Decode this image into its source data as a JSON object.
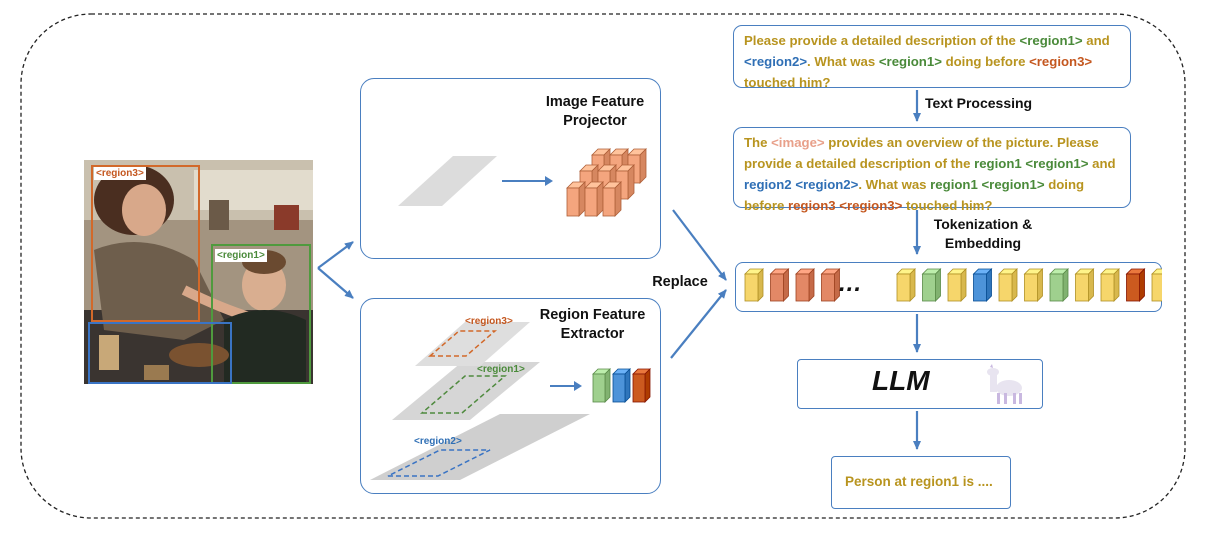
{
  "prompt_box": {
    "parts": [
      {
        "t": "Please provide a detailed description of the ",
        "c": "olive"
      },
      {
        "t": "<region1>",
        "c": "green"
      },
      {
        "t": " and ",
        "c": "olive"
      },
      {
        "t": "<region2>",
        "c": "blue"
      },
      {
        "t": ".  What was ",
        "c": "olive"
      },
      {
        "t": "<region1>",
        "c": "green"
      },
      {
        "t": " doing before ",
        "c": "olive"
      },
      {
        "t": "<region3>",
        "c": "orange"
      },
      {
        "t": " touched him?",
        "c": "olive"
      }
    ]
  },
  "processed_box": {
    "parts": [
      {
        "t": "The ",
        "c": "olive"
      },
      {
        "t": "<image>",
        "c": "pink"
      },
      {
        "t": " provides an overview of the picture.  Please provide a detailed description of the ",
        "c": "olive"
      },
      {
        "t": "region1",
        "c": "green"
      },
      {
        "t": "  ",
        "c": "olive"
      },
      {
        "t": "<region1>",
        "c": "green"
      },
      {
        "t": " and ",
        "c": "olive"
      },
      {
        "t": "region2",
        "c": "blue"
      },
      {
        "t": " ",
        "c": "olive"
      },
      {
        "t": "<region2>",
        "c": "blue"
      },
      {
        "t": ".  What was ",
        "c": "olive"
      },
      {
        "t": "region1",
        "c": "green"
      },
      {
        "t": " ",
        "c": "olive"
      },
      {
        "t": "<region1>",
        "c": "green"
      },
      {
        "t": " doing before ",
        "c": "olive"
      },
      {
        "t": "region3",
        "c": "orange"
      },
      {
        "t": " ",
        "c": "olive"
      },
      {
        "t": "<region3>",
        "c": "orange"
      },
      {
        "t": " touched him?",
        "c": "olive"
      }
    ]
  },
  "labels": {
    "text_processing": "Text Processing",
    "tokenization": "Tokenization &",
    "embedding": "Embedding",
    "image_feature": "Image Feature",
    "projector": "Projector",
    "region_feature": "Region Feature",
    "extractor": "Extractor",
    "replace": "Replace",
    "llm": "LLM",
    "ellipsis": "...",
    "output": "Person at region1 is ...."
  },
  "region_tags": {
    "region1": "<region1>",
    "region2": "<region2>",
    "region3": "<region3>"
  },
  "token_sequence": [
    "yellow",
    "red",
    "red",
    "red",
    "gap",
    "yellow",
    "green",
    "yellow",
    "blue",
    "yellow",
    "yellow",
    "green",
    "yellow",
    "yellow",
    "orange",
    "yellow"
  ],
  "region_feature_tokens": [
    "green",
    "blue",
    "orange"
  ],
  "colors": {
    "yellow": "#f6d66b",
    "red": "#e38866",
    "green": "#9fd08e",
    "blue": "#4d93d9",
    "orange": "#cc5a1f",
    "peach": "#f4a57e",
    "frame_blue": "#4a7fc0",
    "text_olive": "#b8941f"
  }
}
